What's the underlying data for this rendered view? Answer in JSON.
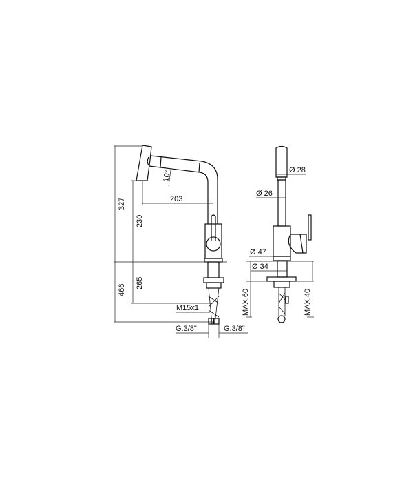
{
  "front_view": {
    "dimensions": {
      "total_height_above": "327",
      "below_counter": "466",
      "spout_outlet_height": "230",
      "below_counter_to_thread": "265",
      "spout_reach": "203",
      "head_angle": "10°",
      "thread": "M15x1",
      "hose_left": "G.3/8\"",
      "hose_right": "G.3/8\""
    }
  },
  "side_view": {
    "dimensions": {
      "head_diameter": "Ø 28",
      "tube_diameter": "Ø 26",
      "body_diameter": "Ø 47",
      "shank_diameter": "Ø 34",
      "max_counter_thickness": "MAX.60",
      "max_other": "MAX.40"
    }
  }
}
